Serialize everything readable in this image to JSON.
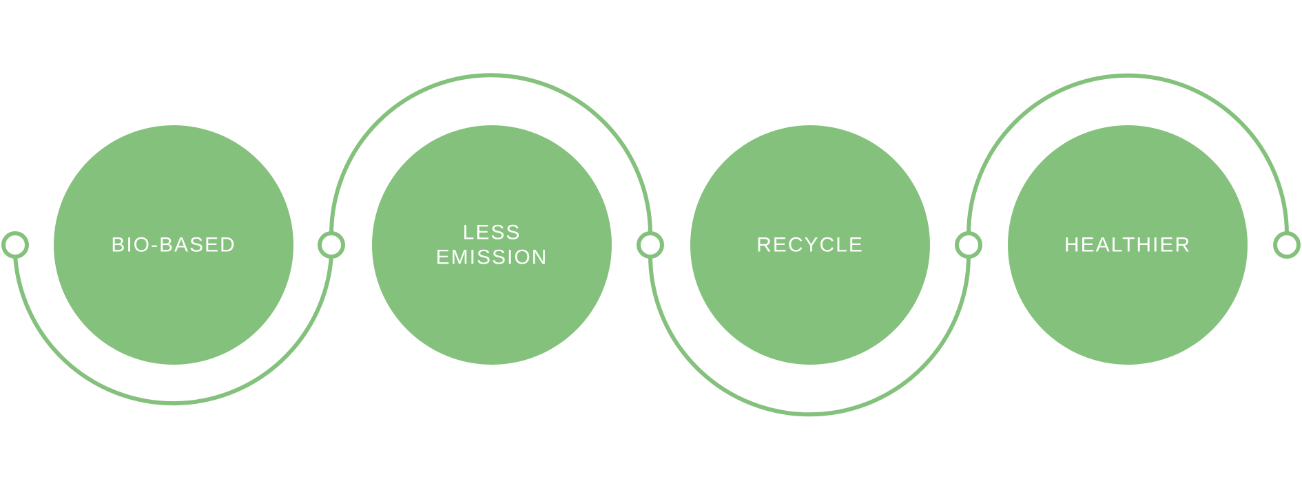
{
  "colors": {
    "accent": "#84C17C",
    "text": "#FFFFFF",
    "background": "#FFFFFF"
  },
  "steps": [
    {
      "lines": [
        "BIO-BASED"
      ]
    },
    {
      "lines": [
        "LESS",
        "EMISSION"
      ]
    },
    {
      "lines": [
        "RECYCLE"
      ]
    },
    {
      "lines": [
        "HEALTHIER"
      ]
    }
  ]
}
